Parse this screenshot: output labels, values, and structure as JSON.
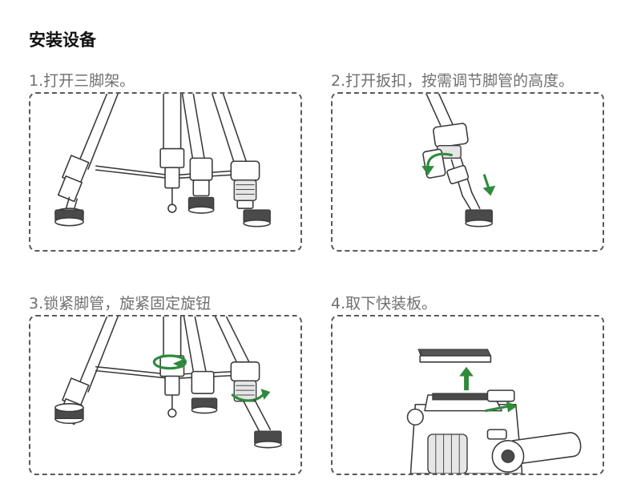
{
  "page": {
    "title": "安装设备"
  },
  "steps": [
    {
      "label": "1.打开三脚架。"
    },
    {
      "label": "2.打开扳扣，按需调节脚管的高度。"
    },
    {
      "label": "3.锁紧脚管，旋紧固定旋钮"
    },
    {
      "label": "4.取下快装板。"
    }
  ],
  "colors": {
    "accent_arrow": "#2f8a3c",
    "panel_border": "#5a5a5a",
    "label_text": "#707070"
  },
  "illustrations": [
    {
      "subject": "tripod-legs-open-icon"
    },
    {
      "subject": "leg-flip-lock-adjust-icon"
    },
    {
      "subject": "tripod-legs-locked-knob-icon"
    },
    {
      "subject": "quick-release-plate-icon"
    }
  ]
}
